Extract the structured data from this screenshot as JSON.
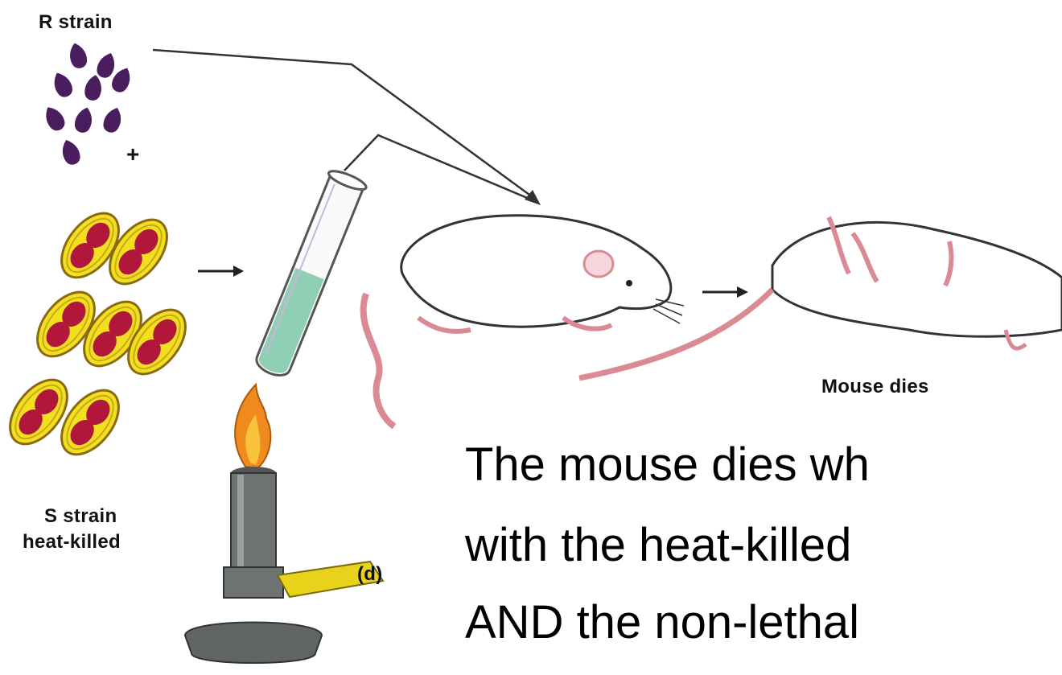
{
  "labels": {
    "r_strain": "R strain",
    "plus": "+",
    "s_strain_line1": "S strain",
    "s_strain_line2": "heat-killed",
    "panel": "(d)",
    "mouse_dies": "Mouse dies"
  },
  "caption": {
    "line1": "The mouse dies wh",
    "line2": "with the heat-killed",
    "line3": "AND the non-lethal"
  },
  "colors": {
    "r_cells": "#4a1e5e",
    "capsule": "#f2e020",
    "capsule_edge": "#b8860b",
    "s_inner": "#b0173a",
    "flame": "#f08a1c",
    "liquid": "#8fcfb4",
    "burner": "#6e7472",
    "burner_tube": "#e8d21a",
    "mouse_pink": "#d98a93"
  }
}
